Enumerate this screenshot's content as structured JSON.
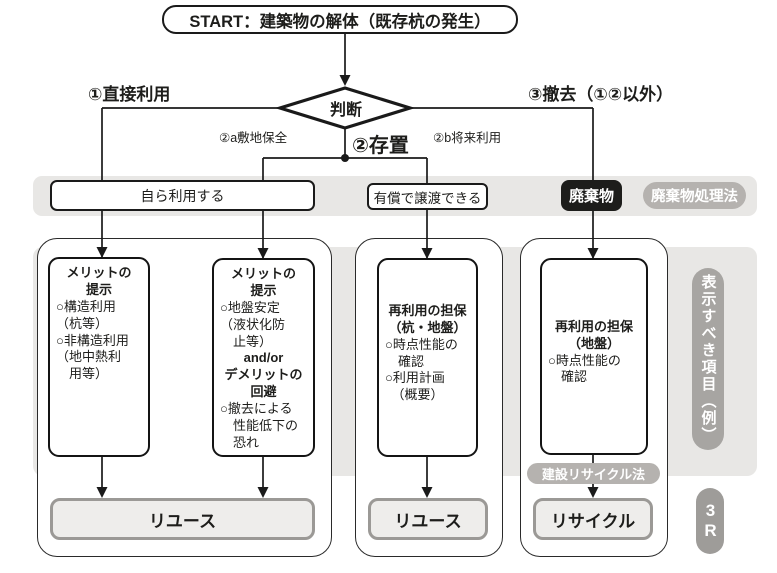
{
  "flow": {
    "start_label": "START：建築物の解体（既存杭の発生）",
    "decision_label": "判断",
    "branch1_label": "①直接利用",
    "branch2_label": "②存置",
    "branch2a_label": "②a敷地保全",
    "branch2b_label": "②b将来利用",
    "branch3_label": "③撤去（①②以外）"
  },
  "band": {
    "self_use_label": "自ら利用する",
    "transfer_label": "有償で譲渡できる",
    "waste_label": "廃棄物",
    "waste_law_label": "廃棄物処理法"
  },
  "detail_boxes": {
    "direct_left": {
      "heading": "メリットの\n提示",
      "body": "○構造利用\n（杭等）\n○非構造利用\n（地中熱利\n　用等）"
    },
    "direct_right": {
      "heading": "メリットの\n提示",
      "body1": "○地盤安定\n（液状化防\n　止等）",
      "connector": "and/or",
      "heading2": "デメリットの\n回避",
      "body2": "○撤去による\n　性能低下の\n　恐れ"
    },
    "preserve": {
      "heading": "再利用の担保\n（杭・地盤）",
      "body": "○時点性能の\n　確認\n○利用計画\n　（概要）"
    },
    "removal": {
      "heading": "再利用の担保\n（地盤）",
      "body": "○時点性能の\n　確認"
    }
  },
  "outcomes": {
    "reuse1_label": "リユース",
    "reuse2_label": "リユース",
    "recycle_label": "リサイクル",
    "recycle_law_label": "建設リサイクル法"
  },
  "side": {
    "display_items_label": "表示すべき項目（例）",
    "three_r_label": "3R"
  },
  "colors": {
    "panel_gray": "#e8e7e5",
    "pill_gray": "#b5b2af",
    "ink_black": "#1d1d1b"
  }
}
